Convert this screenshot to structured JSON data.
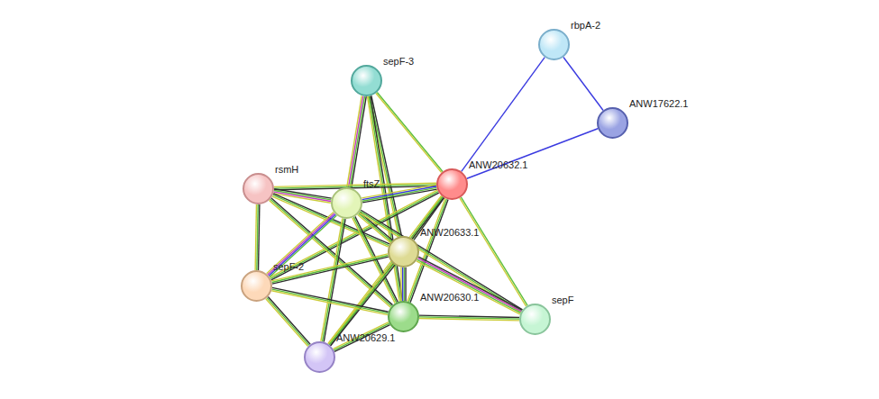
{
  "diagram": {
    "nodes": [
      {
        "text": [
          "rbpA-2"
        ]
      },
      {
        "text": [
          "sepF-3"
        ]
      },
      {
        "text": [
          "ANW17622.1"
        ]
      },
      {
        "text": [
          "ANW20632.1"
        ]
      },
      {
        "text": [
          "rsmH"
        ]
      },
      {
        "text": [
          "ftsZ"
        ]
      },
      {
        "text": [
          "ANW20633.1"
        ]
      },
      {
        "text": [
          "sepF-2"
        ]
      },
      {
        "text": [
          "ANW20630.1"
        ]
      },
      {
        "text": [
          "sepF"
        ]
      },
      {
        "text": [
          "ANW20629.1"
        ]
      }
    ],
    "edges": [
      {
        "from": 0,
        "to": 3,
        "arrow": "none"
      },
      {
        "from": 0,
        "to": 2,
        "arrow": "none"
      },
      {
        "from": 2,
        "to": 3,
        "arrow": "none"
      },
      {
        "from": 1,
        "to": 5,
        "arrow": "none"
      },
      {
        "from": 1,
        "to": 3,
        "arrow": "none"
      },
      {
        "from": 1,
        "to": 6,
        "arrow": "none"
      },
      {
        "from": 1,
        "to": 8,
        "arrow": "none"
      },
      {
        "from": 3,
        "to": 4,
        "arrow": "none"
      },
      {
        "from": 3,
        "to": 5,
        "arrow": "none"
      },
      {
        "from": 3,
        "to": 6,
        "arrow": "none"
      },
      {
        "from": 3,
        "to": 7,
        "arrow": "none"
      },
      {
        "from": 3,
        "to": 8,
        "arrow": "none"
      },
      {
        "from": 3,
        "to": 10,
        "arrow": "none"
      },
      {
        "from": 3,
        "to": 9,
        "arrow": "none"
      },
      {
        "from": 4,
        "to": 5,
        "arrow": "none"
      },
      {
        "from": 4,
        "to": 6,
        "arrow": "none"
      },
      {
        "from": 4,
        "to": 7,
        "arrow": "none"
      },
      {
        "from": 4,
        "to": 8,
        "arrow": "none"
      },
      {
        "from": 5,
        "to": 6,
        "arrow": "none"
      },
      {
        "from": 5,
        "to": 7,
        "arrow": "none"
      },
      {
        "from": 5,
        "to": 8,
        "arrow": "none"
      },
      {
        "from": 5,
        "to": 10,
        "arrow": "none"
      },
      {
        "from": 5,
        "to": 9,
        "arrow": "none"
      },
      {
        "from": 6,
        "to": 7,
        "arrow": "none"
      },
      {
        "from": 6,
        "to": 8,
        "arrow": "none"
      },
      {
        "from": 6,
        "to": 10,
        "arrow": "none"
      },
      {
        "from": 6,
        "to": 9,
        "arrow": "none"
      },
      {
        "from": 7,
        "to": 8,
        "arrow": "none"
      },
      {
        "from": 7,
        "to": 10,
        "arrow": "none"
      },
      {
        "from": 8,
        "to": 10,
        "arrow": "none"
      },
      {
        "from": 8,
        "to": 9,
        "arrow": "none"
      }
    ]
  }
}
